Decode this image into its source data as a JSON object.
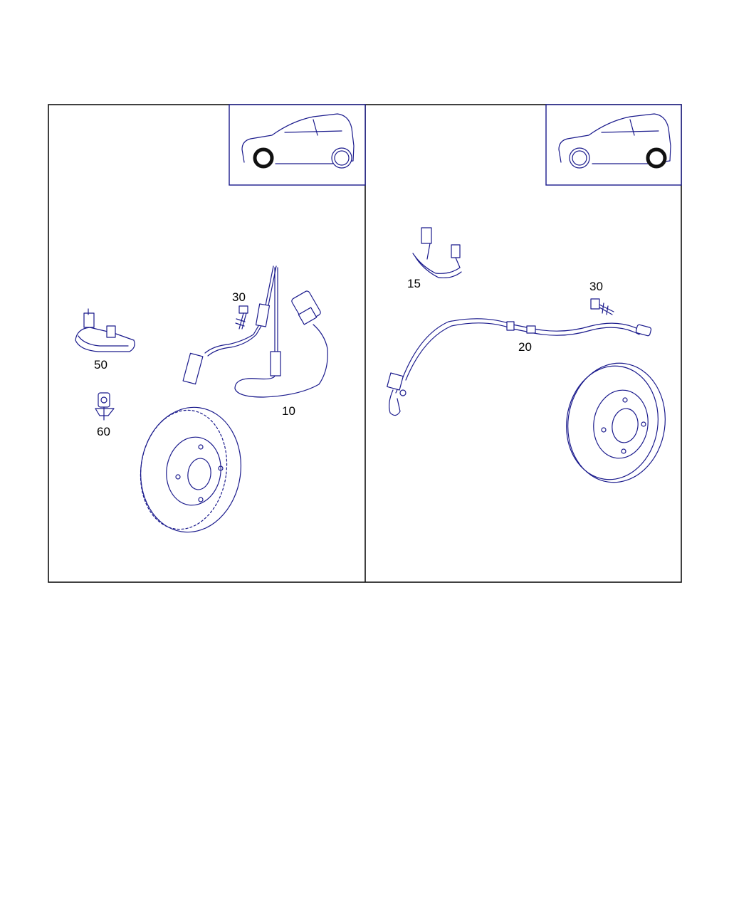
{
  "panels": {
    "front": {
      "labels": {
        "sensor_harness": "10",
        "bolt": "30",
        "bracket": "50",
        "clip": "60"
      }
    },
    "rear": {
      "labels": {
        "harness": "15",
        "bolt": "30",
        "sensor_cable": "20"
      }
    }
  },
  "colors": {
    "line": "#1a1a8c",
    "frame": "#111111",
    "highlight": "#000000"
  }
}
